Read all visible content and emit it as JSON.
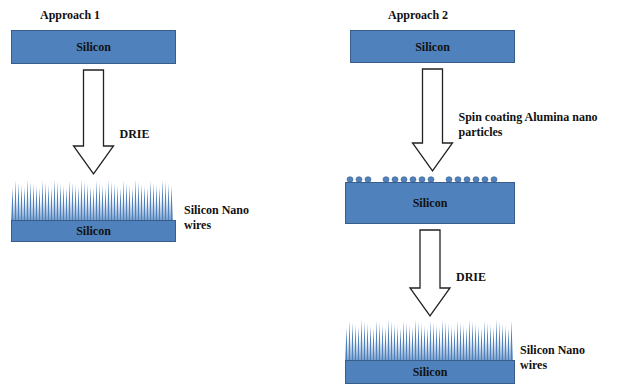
{
  "diagram": {
    "nodes": [
      {
        "text": [
          "Silicon"
        ]
      },
      {
        "text": [
          "Silicon"
        ]
      },
      {
        "text": [
          "Silicon"
        ]
      },
      {
        "text": [
          "Silicon"
        ]
      },
      {
        "text": [
          "Silicon"
        ]
      }
    ],
    "edges": [
      {
        "from": 0,
        "to": 1,
        "label": "DRIE",
        "arrow": "to"
      },
      {
        "from": 2,
        "to": 3,
        "label": "Spin coating Alumina nano particles",
        "arrow": "to"
      },
      {
        "from": 3,
        "to": 4,
        "label": "DRIE",
        "arrow": "to"
      }
    ],
    "labels": [
      "Approach 1",
      "Approach 2",
      "Silicon Nano wires",
      "Silicon Nano wires"
    ]
  }
}
